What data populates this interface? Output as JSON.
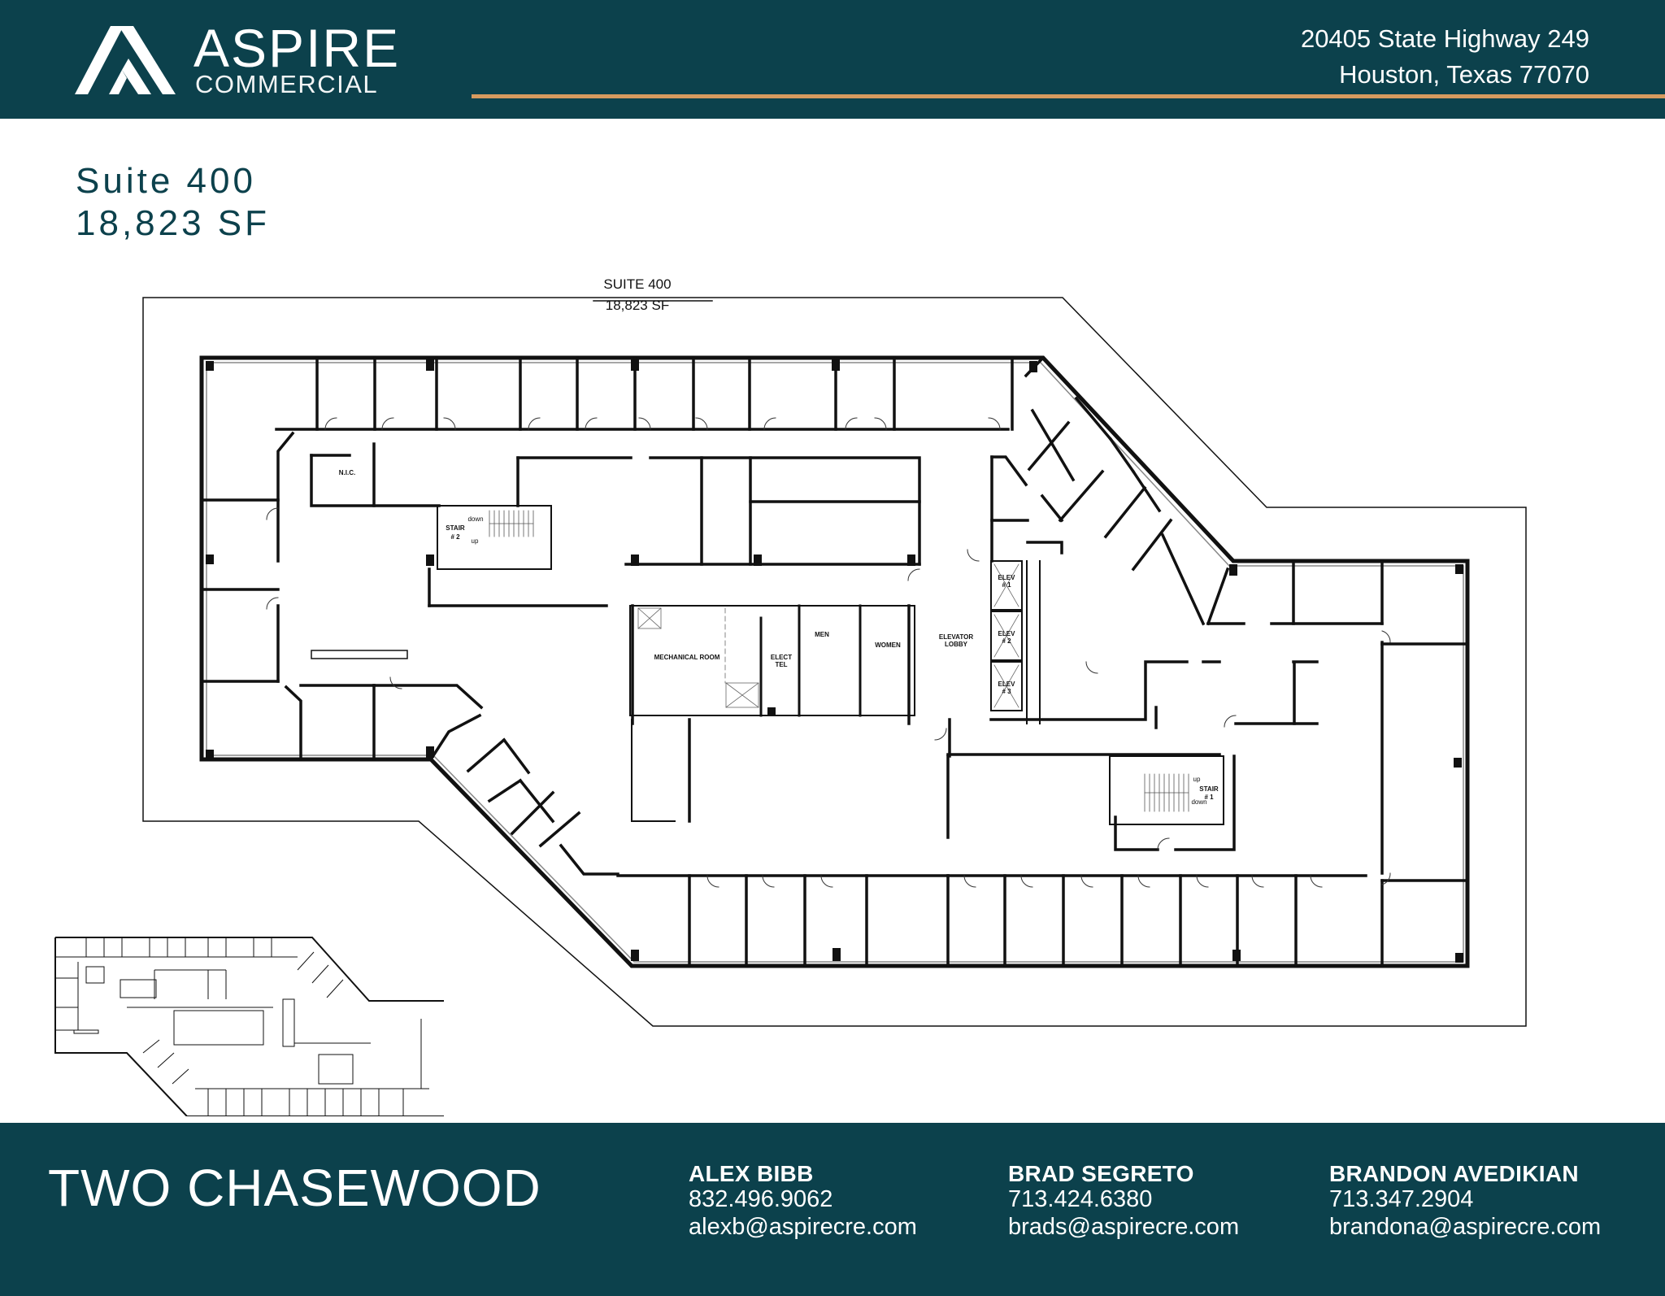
{
  "header": {
    "brand": {
      "name": "ASPIRE",
      "subtitle": "COMMERCIAL"
    },
    "address": {
      "line1": "20405 State Highway 249",
      "line2": "Houston, Texas 77070"
    },
    "colors": {
      "primary": "#0c414c",
      "accent": "#d69a5f"
    }
  },
  "suite": {
    "title": "Suite 400",
    "area": "18,823 SF"
  },
  "floor_plan": {
    "label_suite": "SUITE 400",
    "label_area": "18,823 SF",
    "rooms": {
      "nic": "N.I.C.",
      "stair2": "STAIR",
      "stair2_num": "# 2",
      "stair2_down": "down",
      "stair2_up": "up",
      "mechanical": "MECHANICAL ROOM",
      "elect": "ELECT",
      "tel": "TEL",
      "men": "MEN",
      "women": "WOMEN",
      "elevator_lobby_1": "ELEVATOR",
      "elevator_lobby_2": "LOBBY",
      "elev": "ELEV",
      "elev1": "# 1",
      "elev2": "# 2",
      "elev3": "# 3",
      "stair1": "STAIR",
      "stair1_num": "# 1",
      "stair1_up": "up",
      "stair1_down": "down"
    }
  },
  "footer": {
    "property_name": "TWO CHASEWOOD",
    "contacts": [
      {
        "name": "ALEX BIBB",
        "phone": "832.496.9062",
        "email": "alexb@aspirecre.com"
      },
      {
        "name": "BRAD SEGRETO",
        "phone": "713.424.6380",
        "email": "brads@aspirecre.com"
      },
      {
        "name": "BRANDON AVEDIKIAN",
        "phone": "713.347.2904",
        "email": "brandona@aspirecre.com"
      }
    ]
  }
}
